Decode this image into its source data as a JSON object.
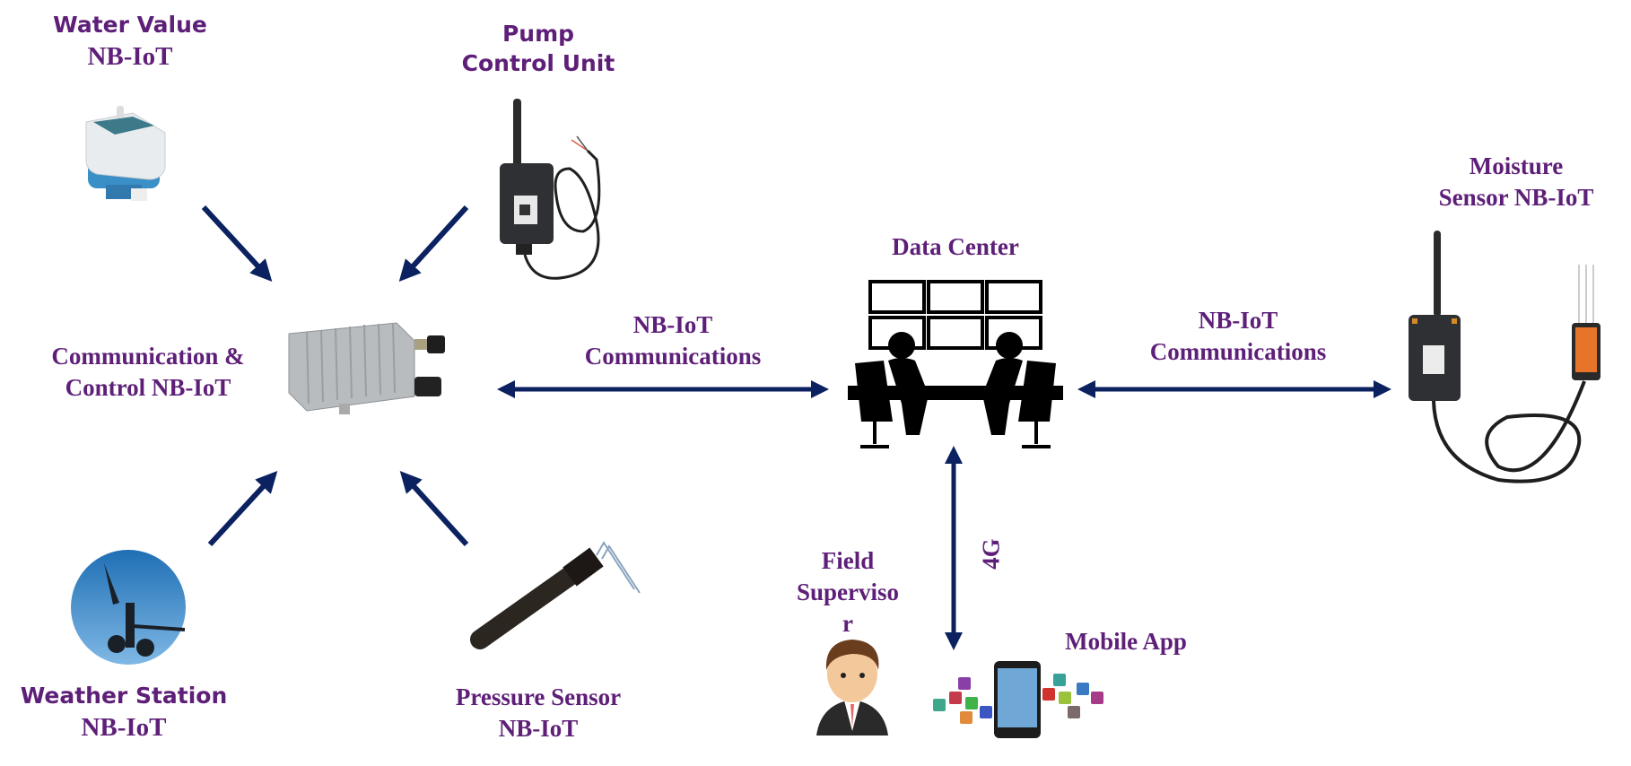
{
  "colors": {
    "label": "#5e1f78",
    "arrow": "#0b2160",
    "bg": "#ffffff"
  },
  "nodes": {
    "water_valve": {
      "line1": "Water Value",
      "line2": "NB-IoT",
      "icon": "water-meter-icon"
    },
    "pump": {
      "line1": "Pump",
      "line2": "Control Unit",
      "icon": "nb-iot-node-icon"
    },
    "comm_control": {
      "line1": "Communication &",
      "line2": "Control NB-IoT",
      "icon": "gateway-box-icon"
    },
    "weather": {
      "line1": "Weather Station",
      "line2": "NB-IoT",
      "icon": "anemometer-icon"
    },
    "pressure": {
      "line1": "Pressure Sensor",
      "line2": "NB-IoT",
      "icon": "pressure-probe-icon"
    },
    "data_center": {
      "title": "Data Center",
      "icon": "operators-monitor-wall-icon"
    },
    "moisture": {
      "line1": "Moisture",
      "line2": "Sensor NB-IoT",
      "icon": "soil-moisture-sensor-icon"
    },
    "supervisor": {
      "line1": "Field",
      "line2": "Superviso",
      "line3": "r",
      "icon": "person-avatar-icon"
    },
    "mobile": {
      "title": "Mobile App",
      "icon": "smartphone-apps-icon"
    }
  },
  "links": {
    "left": {
      "line1": "NB-IoT",
      "line2": "Communications"
    },
    "right": {
      "line1": "NB-IoT",
      "line2": "Communications"
    },
    "down": {
      "label": "4G"
    }
  }
}
